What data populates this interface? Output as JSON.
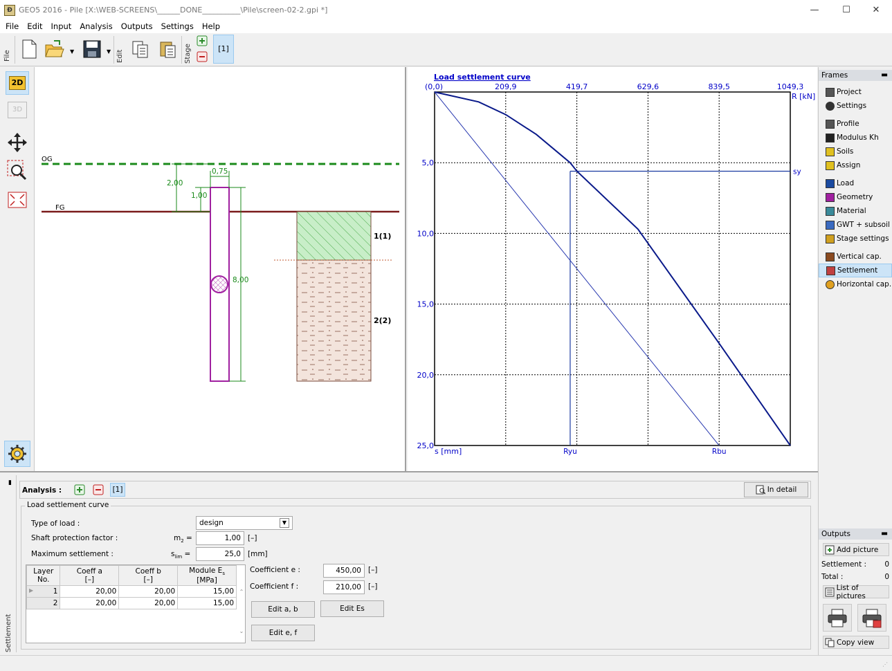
{
  "window": {
    "title": "GEO5 2016 - Pile [X:\\WEB-SCREENS\\______DONE__________\\Pile\\screen-02-2.gpi *]",
    "app_icon": "Ð",
    "minimize": "—",
    "maximize": "☐",
    "close": "✕"
  },
  "menu": [
    "File",
    "Edit",
    "Input",
    "Analysis",
    "Outputs",
    "Settings",
    "Help"
  ],
  "toolbar": {
    "group_file": "File",
    "group_edit": "Edit",
    "group_stage": "Stage",
    "stage_label": "[1]"
  },
  "lefttools": {
    "mode_2d": "2D",
    "mode_3d": "3D"
  },
  "drawing": {
    "og_label": "OG",
    "fg_label": "FG",
    "dim_diameter": "0,75",
    "dim_top": "2,00",
    "dim_head": "1,00",
    "dim_length": "8,00",
    "layer1": "1(1)",
    "layer2": "2(2)"
  },
  "chart_data": {
    "type": "line",
    "title": "Load settlement curve",
    "xlabel": "R [kN]",
    "ylabel": "s [mm]",
    "origin_label": "(0,0)",
    "x_ticks": [
      "209,9",
      "419,7",
      "629,6",
      "839,5",
      "1049,3"
    ],
    "y_ticks": [
      "5,0",
      "10,0",
      "15,0",
      "20,0",
      "25,0"
    ],
    "xlim": [
      0,
      1049.3
    ],
    "ylim": [
      0,
      25
    ],
    "grid": true,
    "series": [
      {
        "name": "",
        "values": [
          [
            0,
            0
          ],
          [
            130,
            0.7
          ],
          [
            210,
            1.6
          ],
          [
            300,
            3.0
          ],
          [
            360,
            4.2
          ],
          [
            400,
            5.0
          ],
          [
            420,
            5.6
          ],
          [
            600,
            9.7
          ],
          [
            840,
            17.8
          ],
          [
            1049.3,
            25
          ]
        ]
      },
      {
        "name": "",
        "values": [
          [
            0,
            0
          ],
          [
            839.5,
            25
          ]
        ]
      }
    ],
    "markers": {
      "sy_label": "sy",
      "sy_value": 5.6,
      "ryu_label": "Ryu",
      "ryu_value": 400,
      "rbu_label": "Rbu",
      "rbu_value": 839.5
    }
  },
  "frames": {
    "title": "Frames",
    "collapse": "▬",
    "items": [
      {
        "label": "Project",
        "icon": "project-icon",
        "group": 1
      },
      {
        "label": "Settings",
        "icon": "settings-gear-icon",
        "group": 1
      },
      {
        "label": "Profile",
        "icon": "profile-icon",
        "group": 2
      },
      {
        "label": "Modulus Kh",
        "icon": "modulus-icon",
        "group": 2
      },
      {
        "label": "Soils",
        "icon": "soils-icon",
        "group": 2
      },
      {
        "label": "Assign",
        "icon": "assign-icon",
        "group": 2
      },
      {
        "label": "Load",
        "icon": "load-icon",
        "group": 3
      },
      {
        "label": "Geometry",
        "icon": "geometry-icon",
        "group": 3
      },
      {
        "label": "Material",
        "icon": "material-icon",
        "group": 3
      },
      {
        "label": "GWT + subsoil",
        "icon": "gwt-icon",
        "group": 3
      },
      {
        "label": "Stage settings",
        "icon": "stage-settings-icon",
        "group": 3
      },
      {
        "label": "Vertical cap.",
        "icon": "vertical-cap-icon",
        "group": 4
      },
      {
        "label": "Settlement",
        "icon": "settlement-icon",
        "group": 4,
        "selected": true
      },
      {
        "label": "Horizontal cap.",
        "icon": "horizontal-cap-icon",
        "group": 4
      }
    ]
  },
  "outputs": {
    "title": "Outputs",
    "collapse": "▬",
    "add_picture": "Add picture",
    "settlement_label": "Settlement :",
    "settlement_count": "0",
    "total_label": "Total :",
    "total_count": "0",
    "list_pictures": "List of pictures",
    "copy_view": "Copy view"
  },
  "analysis": {
    "title": "Analysis :",
    "stage": "[1]",
    "in_detail": "In detail",
    "group_title": "Load settlement curve",
    "side_tab": "Settlement",
    "type_of_load_label": "Type of load :",
    "type_of_load_value": "design",
    "shaft_label": "Shaft protection factor :",
    "shaft_sym": "m",
    "shaft_sub": "2",
    "shaft_eq": "=",
    "shaft_value": "1,00",
    "shaft_unit": "[–]",
    "max_settle_label": "Maximum settlement :",
    "max_sym": "s",
    "max_sub": "lim",
    "max_eq": "=",
    "max_value": "25,0",
    "max_unit": "[mm]",
    "table": {
      "headers": [
        [
          "Layer",
          "No."
        ],
        [
          "Coeff a",
          "[–]"
        ],
        [
          "Coeff b",
          "[–]"
        ],
        [
          "Module E",
          "[MPa]"
        ]
      ],
      "module_sub": "s",
      "rows": [
        [
          "1",
          "20,00",
          "20,00",
          "15,00"
        ],
        [
          "2",
          "20,00",
          "20,00",
          "15,00"
        ]
      ]
    },
    "coeff_e_label": "Coefficient e :",
    "coeff_e_value": "450,00",
    "coeff_e_unit": "[–]",
    "coeff_f_label": "Coefficient f :",
    "coeff_f_value": "210,00",
    "coeff_f_unit": "[–]",
    "edit_ab": "Edit a, b",
    "edit_es": "Edit Es",
    "edit_ef": "Edit e, f"
  }
}
